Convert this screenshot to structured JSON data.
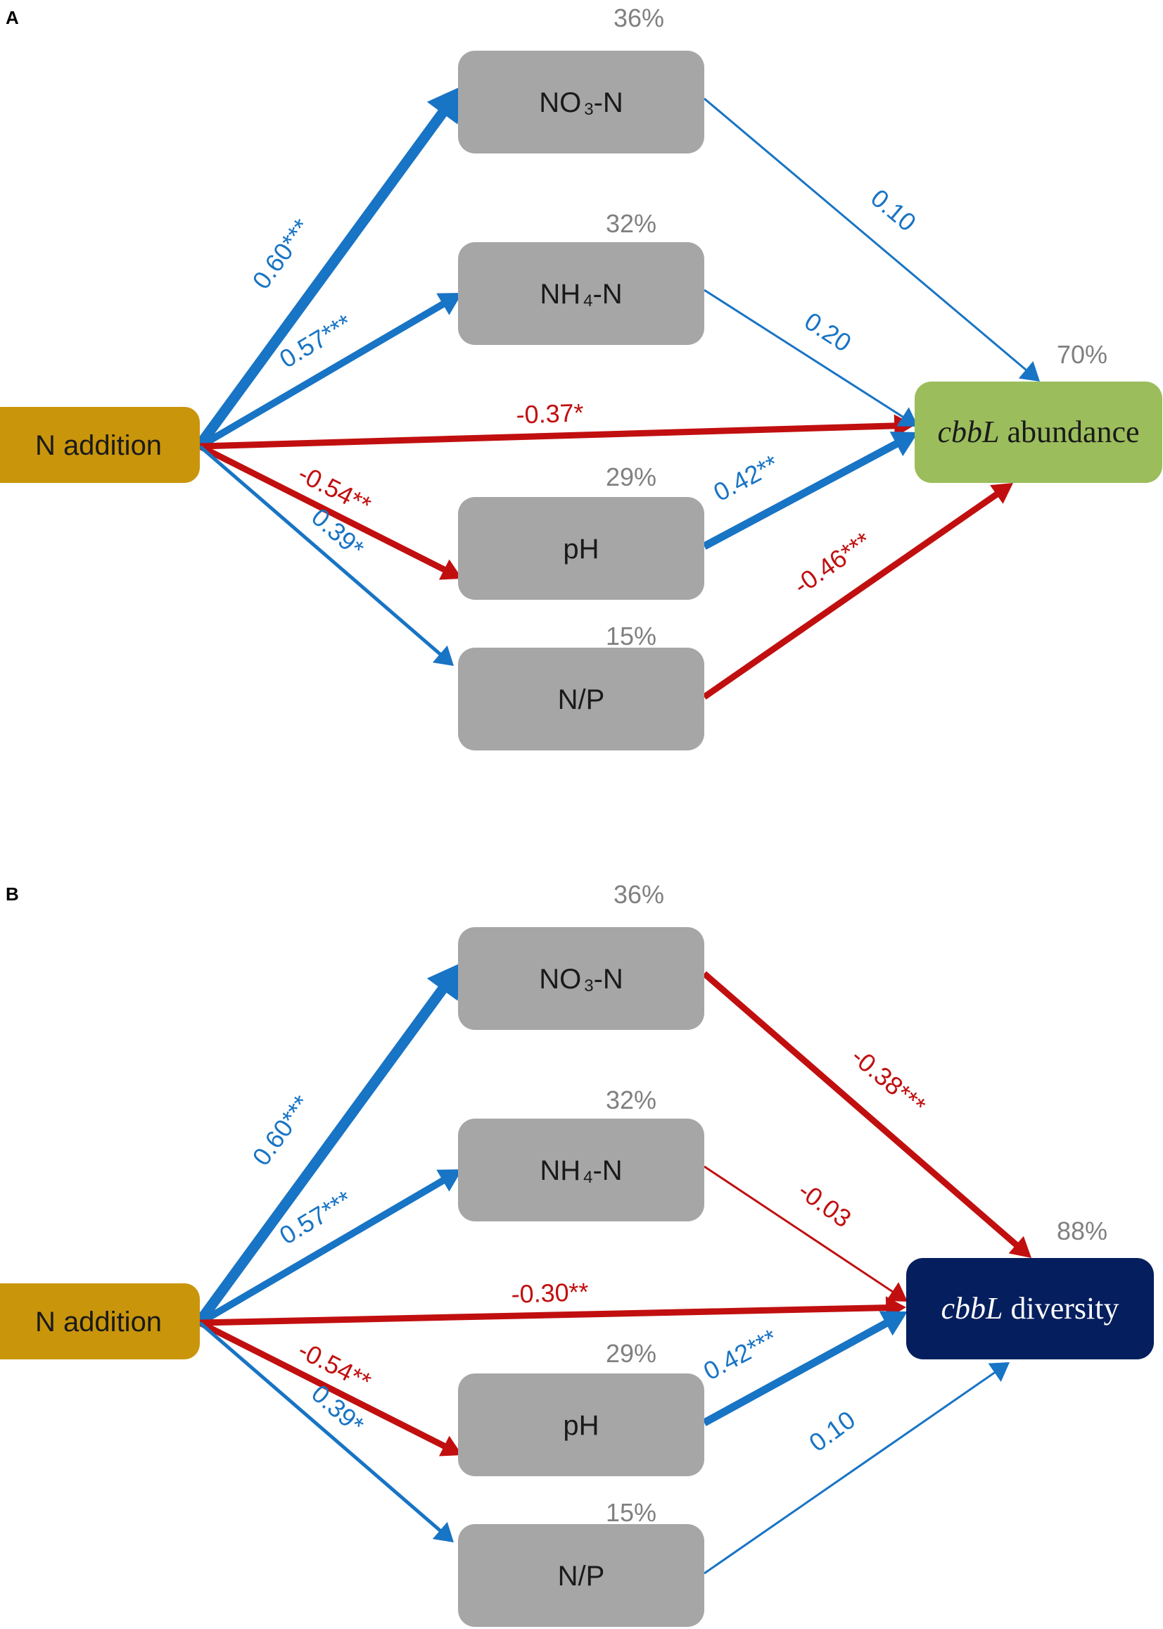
{
  "colors": {
    "positive": "#1874c4",
    "negative": "#c10f0f",
    "treatment": "#c9950b",
    "mediator": "#a6a6a6",
    "outcome_abundance": "#9bbd5c",
    "outcome_diversity": "#051e5d",
    "r2_text": "#808080"
  },
  "panels": [
    {
      "letter": "A",
      "treatment": "N addition",
      "mediators": {
        "no3": {
          "main": "NO",
          "sub": "3",
          "suffix": "-N",
          "r2": "36%"
        },
        "nh4": {
          "main": "NH",
          "sub": "4",
          "suffix": "-N",
          "r2": "32%"
        },
        "ph": {
          "label": "pH",
          "r2": "29%"
        },
        "np": {
          "label": "N/P",
          "r2": "15%"
        }
      },
      "outcome": {
        "italic": "cbbL",
        "rest": " abundance",
        "r2": "70%"
      },
      "paths": {
        "t_no3": {
          "coef": "0.60***",
          "sign": "positive"
        },
        "t_nh4": {
          "coef": "0.57***",
          "sign": "positive"
        },
        "t_out": {
          "coef": "-0.37*",
          "sign": "negative"
        },
        "t_ph": {
          "coef": "-0.54**",
          "sign": "negative"
        },
        "t_np": {
          "coef": "0.39*",
          "sign": "positive"
        },
        "no3_out": {
          "coef": "0.10",
          "sign": "positive"
        },
        "nh4_out": {
          "coef": "0.20",
          "sign": "positive"
        },
        "ph_out": {
          "coef": "0.42**",
          "sign": "positive"
        },
        "np_out": {
          "coef": "-0.46***",
          "sign": "negative"
        }
      }
    },
    {
      "letter": "B",
      "treatment": "N addition",
      "mediators": {
        "no3": {
          "main": "NO",
          "sub": "3",
          "suffix": "-N",
          "r2": "36%"
        },
        "nh4": {
          "main": "NH",
          "sub": "4",
          "suffix": "-N",
          "r2": "32%"
        },
        "ph": {
          "label": "pH",
          "r2": "29%"
        },
        "np": {
          "label": "N/P",
          "r2": "15%"
        }
      },
      "outcome": {
        "italic": "cbbL",
        "rest": " diversity",
        "r2": "88%"
      },
      "paths": {
        "t_no3": {
          "coef": "0.60***",
          "sign": "positive"
        },
        "t_nh4": {
          "coef": "0.57***",
          "sign": "positive"
        },
        "t_out": {
          "coef": "-0.30**",
          "sign": "negative"
        },
        "t_ph": {
          "coef": "-0.54**",
          "sign": "negative"
        },
        "t_np": {
          "coef": "0.39*",
          "sign": "positive"
        },
        "no3_out": {
          "coef": "-0.38***",
          "sign": "negative"
        },
        "nh4_out": {
          "coef": "-0.03",
          "sign": "negative"
        },
        "ph_out": {
          "coef": "0.42***",
          "sign": "positive"
        },
        "np_out": {
          "coef": "0.10",
          "sign": "positive"
        }
      }
    }
  ]
}
